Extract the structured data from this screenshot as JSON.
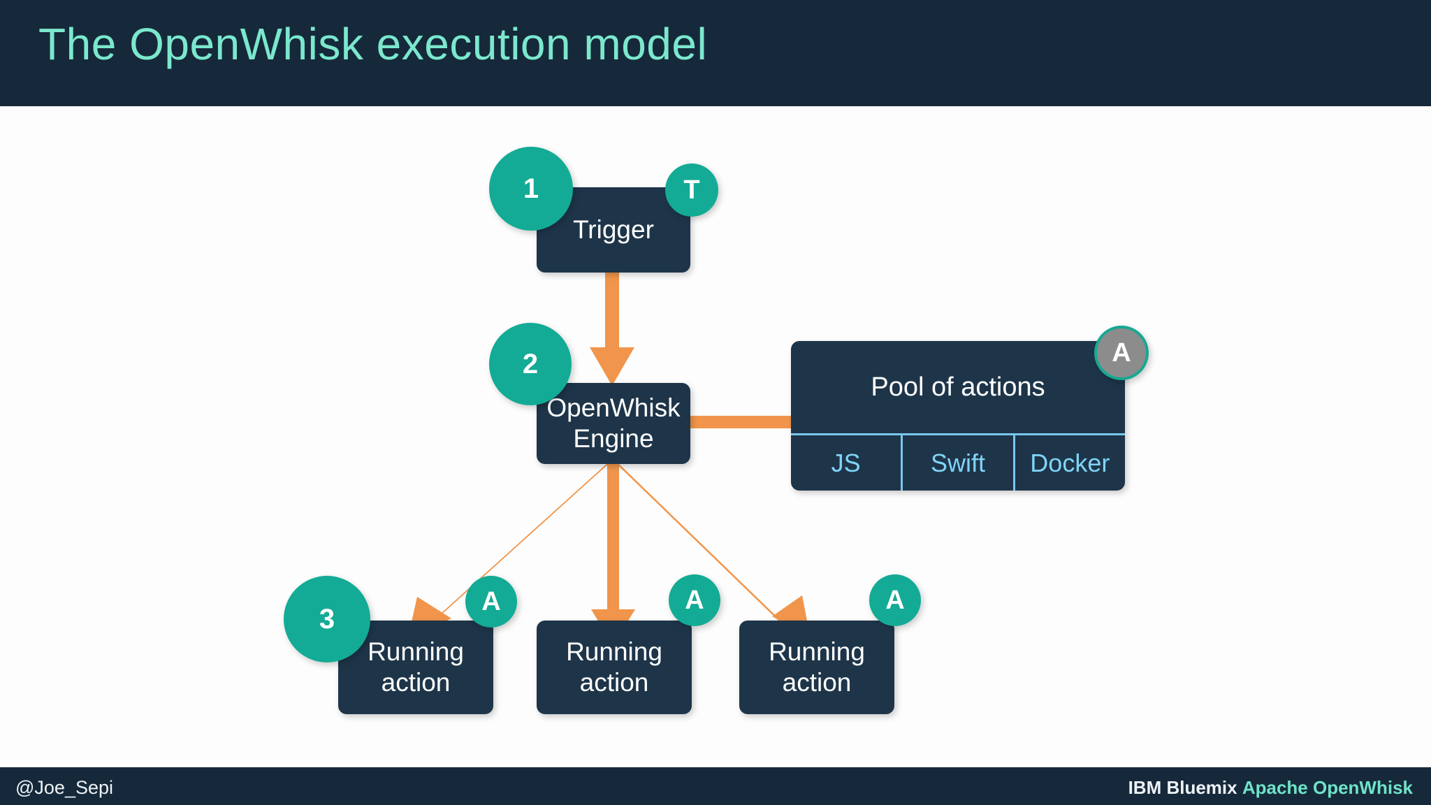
{
  "header": {
    "title": "The OpenWhisk execution model",
    "bg_color": "#16293A",
    "title_color": "#7BE8CE"
  },
  "footer": {
    "handle": "@Joe_Sepi",
    "brand_primary": "IBM Bluemix",
    "brand_secondary": "Apache OpenWhisk",
    "brand_secondary_color": "#6FE3C8",
    "bg_color": "#16293A"
  },
  "theme": {
    "canvas_bg": "#FDFDFD",
    "node_fill": "#1E3549",
    "accent_teal": "#13AB95",
    "accent_orange": "#F0954B",
    "runtime_blue": "#7FD4F7",
    "badge_gray": "#8C8C8C"
  },
  "diagram": {
    "nodes": {
      "trigger": {
        "label": "Trigger"
      },
      "engine": {
        "label_line1": "OpenWhisk",
        "label_line2": "Engine"
      },
      "pool": {
        "title": "Pool of actions",
        "runtimes": [
          {
            "label": "JS"
          },
          {
            "label": "Swift"
          },
          {
            "label": "Docker"
          }
        ]
      },
      "actions": [
        {
          "label_line1": "Running",
          "label_line2": "action"
        },
        {
          "label_line1": "Running",
          "label_line2": "action"
        },
        {
          "label_line1": "Running",
          "label_line2": "action"
        }
      ]
    },
    "badges": {
      "step1": "1",
      "step2": "2",
      "step3": "3",
      "trigger_letter": "T",
      "pool_letter": "A",
      "action_letter_1": "A",
      "action_letter_2": "A",
      "action_letter_3": "A"
    }
  }
}
